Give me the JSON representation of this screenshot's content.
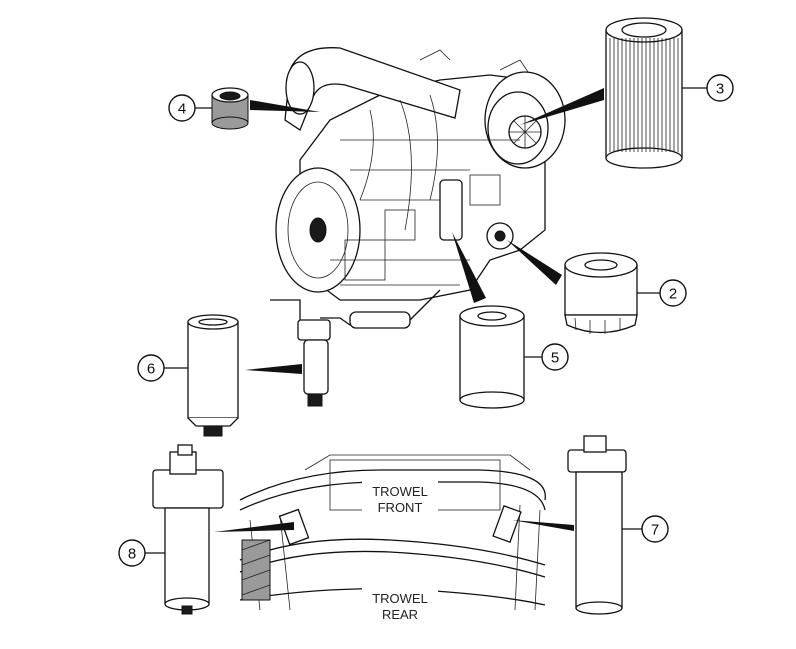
{
  "callouts": [
    {
      "id": "2",
      "label": "2"
    },
    {
      "id": "3",
      "label": "3"
    },
    {
      "id": "4",
      "label": "4"
    },
    {
      "id": "5",
      "label": "5"
    },
    {
      "id": "6",
      "label": "6"
    },
    {
      "id": "7",
      "label": "7"
    },
    {
      "id": "8",
      "label": "8"
    }
  ],
  "trowel_labels": {
    "front_line1": "TROWEL",
    "front_line2": "FRONT",
    "rear_line1": "TROWEL",
    "rear_line2": "REAR"
  }
}
